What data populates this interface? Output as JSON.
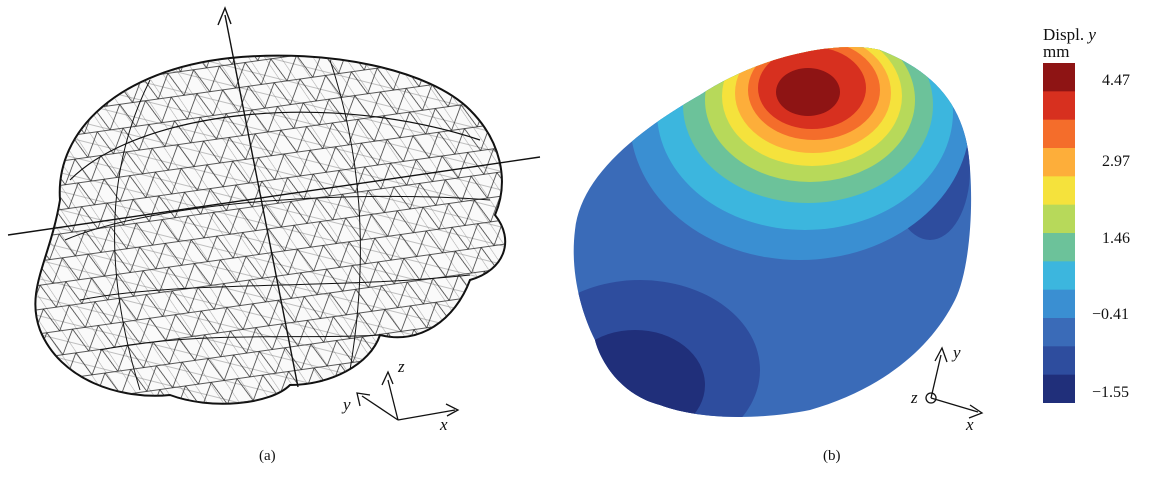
{
  "panel_a": {
    "caption": "(a)",
    "axes": {
      "x": "x",
      "y": "y",
      "z": "z"
    }
  },
  "panel_b": {
    "caption": "(b)",
    "axes": {
      "x": "x",
      "y": "y",
      "z": "z"
    }
  },
  "colorbar": {
    "title_line1": "Displ.",
    "title_var": "y",
    "title_unit": "mm",
    "ticks": [
      "4.47",
      "2.97",
      "1.46",
      "−0.41",
      "−1.55"
    ],
    "colors": [
      "#8e1414",
      "#d7301f",
      "#f46d2b",
      "#fdae3a",
      "#f5e23c",
      "#b7d95a",
      "#6cc29a",
      "#3cb6de",
      "#3a8fd2",
      "#3a6bb8",
      "#2e4d9e",
      "#202f7a"
    ]
  }
}
